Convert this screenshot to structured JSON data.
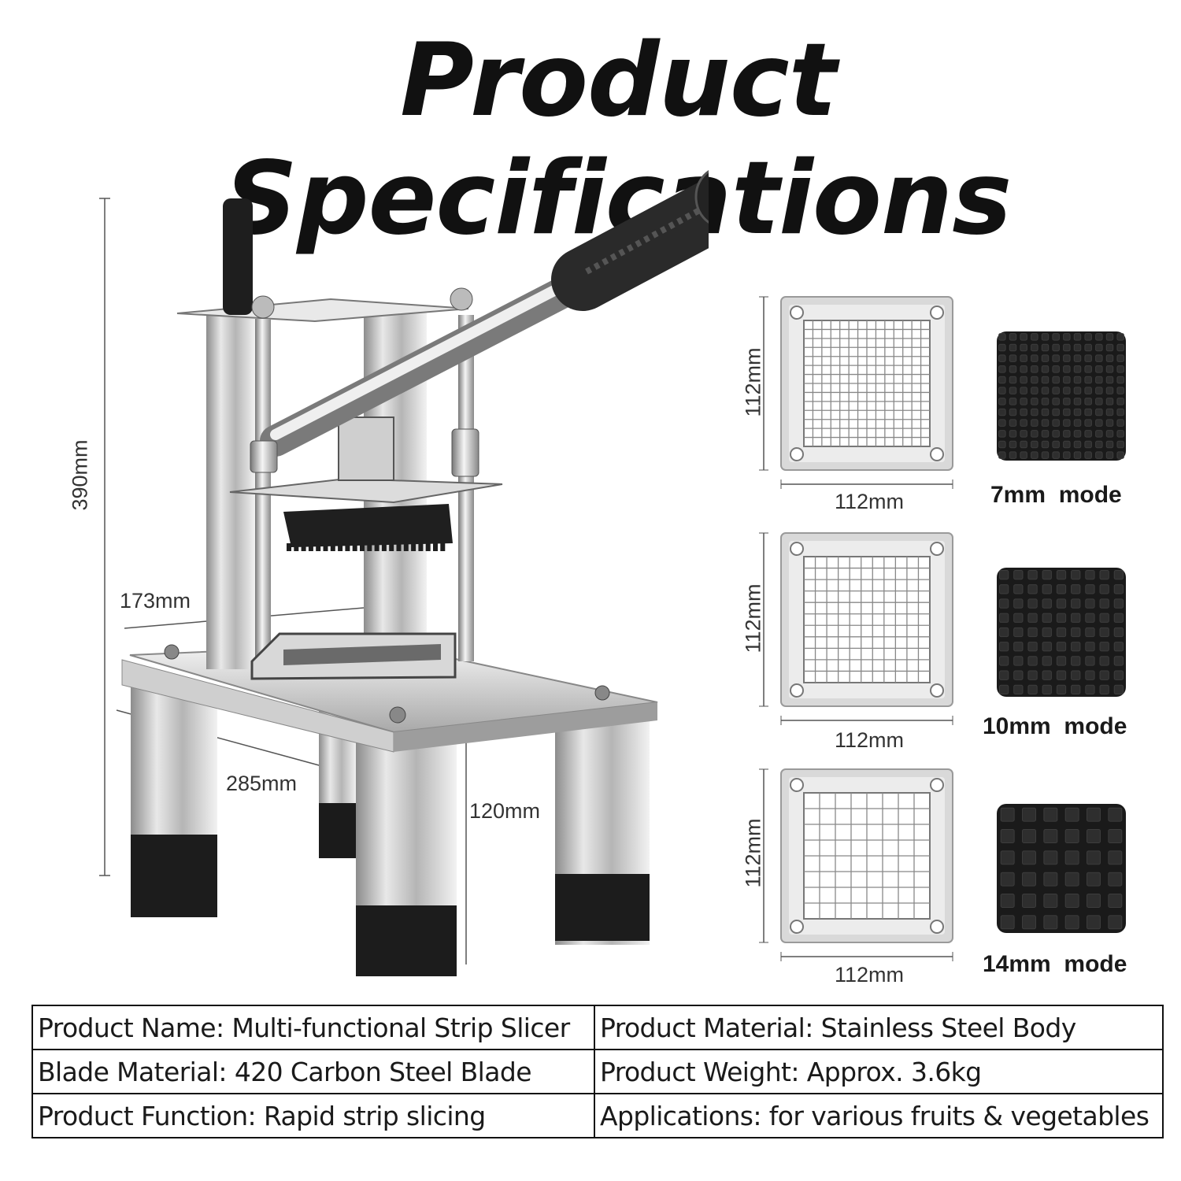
{
  "title": "Product Specifications",
  "dimensions": {
    "height": "390mm",
    "depth": "173mm",
    "width": "285mm",
    "leg_height": "120mm"
  },
  "blades": [
    {
      "height_label": "112mm",
      "width_label": "112mm",
      "mode_label": "7mm  mode",
      "grid": 14
    },
    {
      "height_label": "112mm",
      "width_label": "112mm",
      "mode_label": "10mm  mode",
      "grid": 11
    },
    {
      "height_label": "112mm",
      "width_label": "112mm",
      "mode_label": "14mm  mode",
      "grid": 8
    }
  ],
  "specs": [
    [
      "Product Name: Multi-functional Strip Slicer",
      "Product Material: Stainless Steel Body"
    ],
    [
      "Blade Material: 420 Carbon Steel Blade",
      "Product Weight: Approx. 3.6kg"
    ],
    [
      "Product Function: Rapid strip slicing",
      "Applications: for various fruits & vegetables"
    ]
  ]
}
